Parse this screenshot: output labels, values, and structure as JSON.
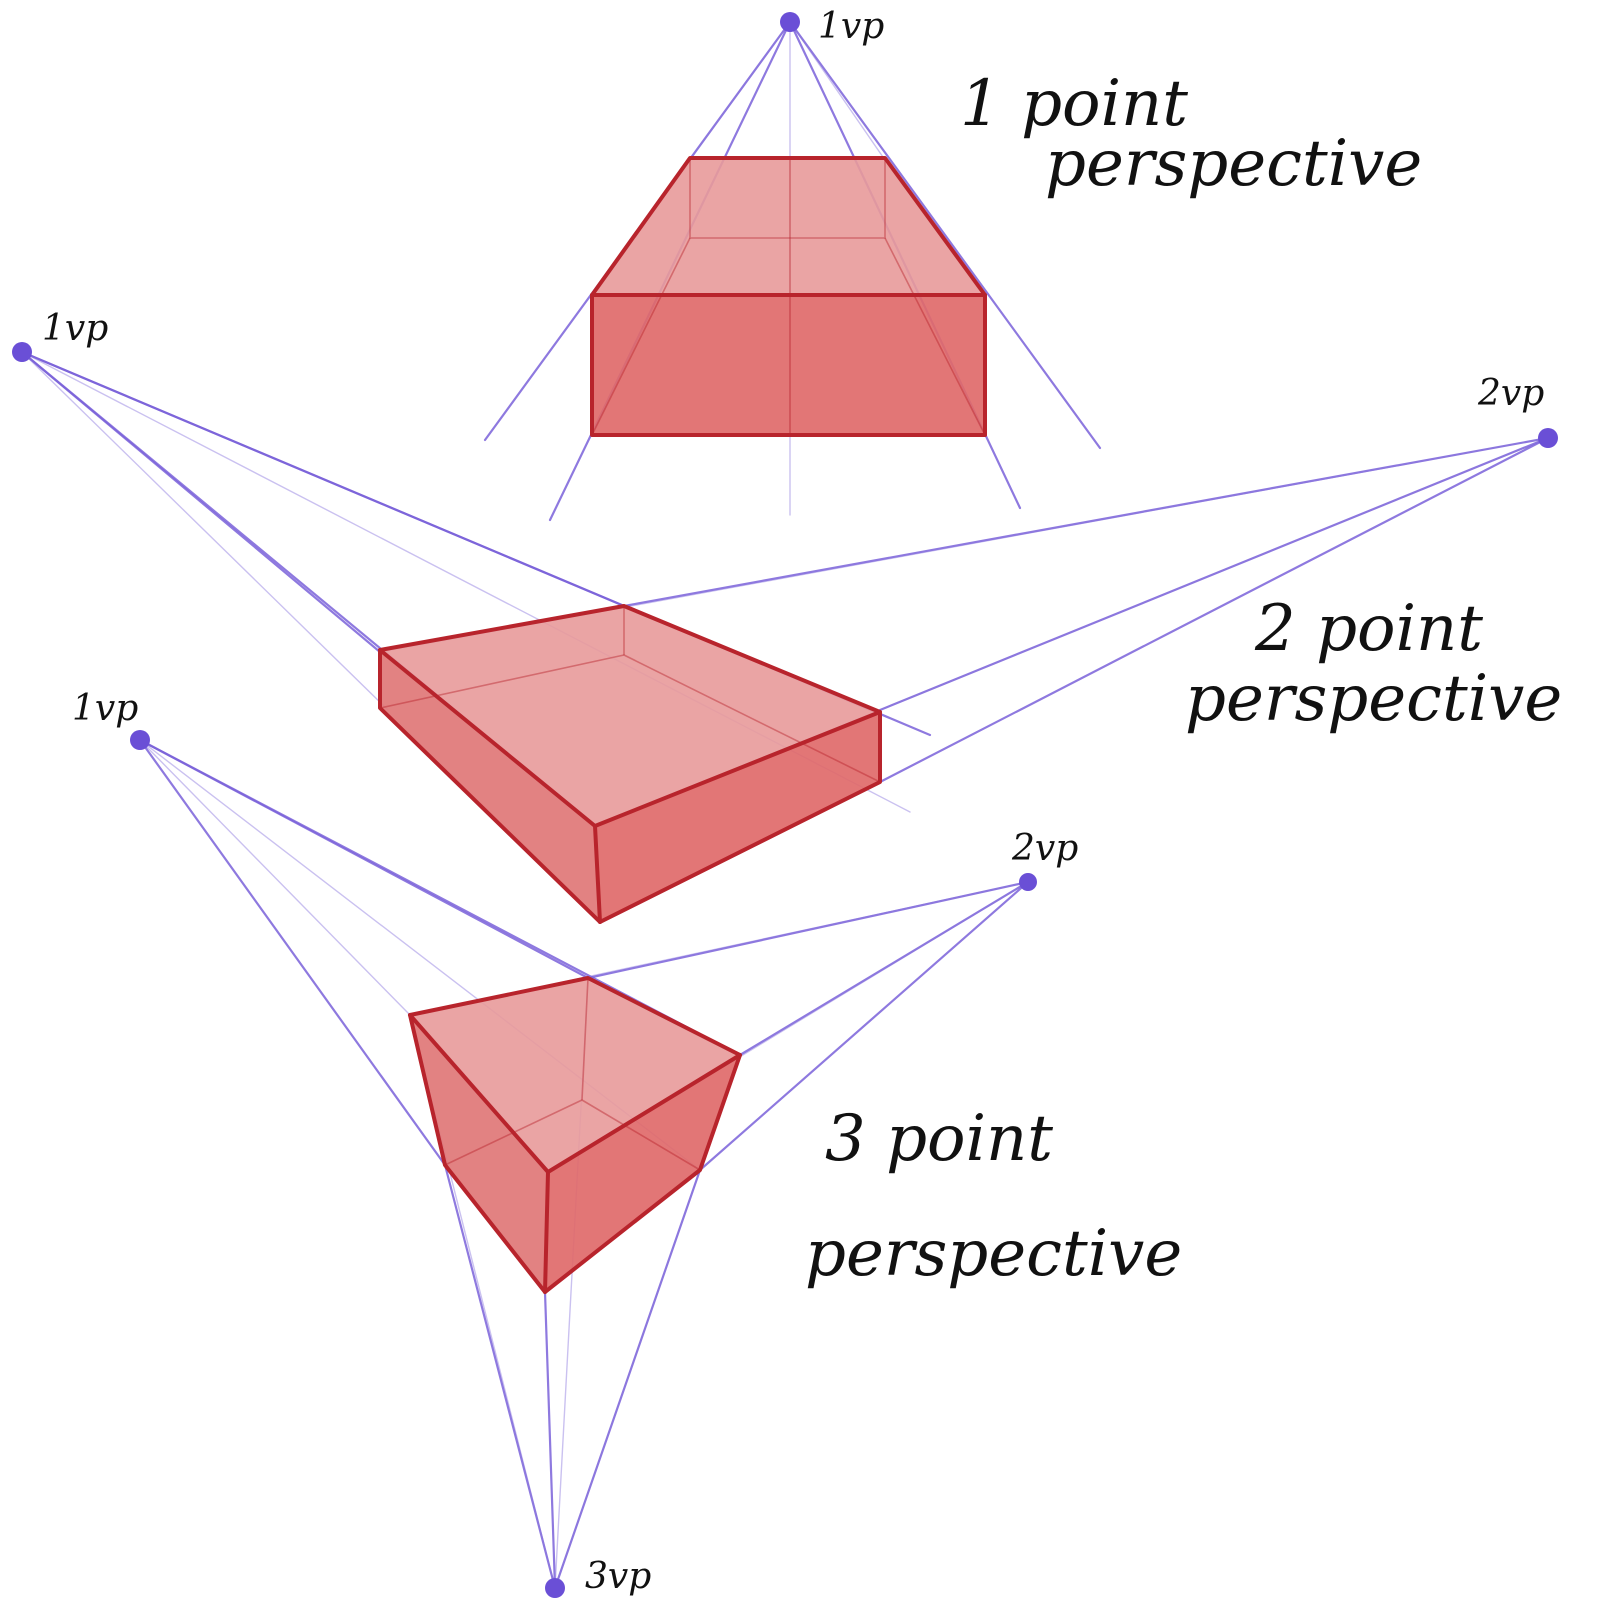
{
  "labels": {
    "p1_vp1": "1vp",
    "p1_title_line1": "1 point",
    "p1_title_line2": "perspective",
    "p2_vp1": "1vp",
    "p2_vp2": "2vp",
    "p2_title_line1": "2 point",
    "p2_title_line2": "perspective",
    "p3_vp1": "1vp",
    "p3_vp2": "2vp",
    "p3_vp3": "3vp",
    "p3_title_line1": "3 point",
    "p3_title_line2": "perspective"
  },
  "colors": {
    "guide_lines": "#7a62d9",
    "vanishing_points": "#6a4fd6",
    "box_fill": "#df6a6a",
    "box_top_fill": "#e89a9a",
    "box_edges": "#b8242c",
    "text": "#111111"
  }
}
